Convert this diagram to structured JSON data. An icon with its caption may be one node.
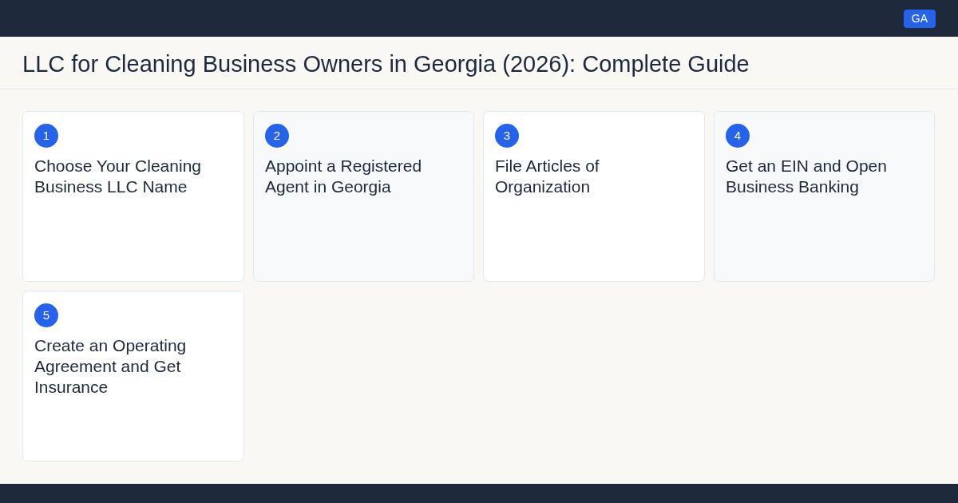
{
  "diagram": {
    "title": "LLC for Cleaning Business Owners in Georgia (2026): Complete Guide",
    "nodes": [
      {
        "text": [
          "1",
          "Choose Your Cleaning Business LLC Name"
        ]
      },
      {
        "text": [
          "2",
          "Appoint a Registered Agent in Georgia"
        ]
      },
      {
        "text": [
          "3",
          "File Articles of Organization"
        ]
      },
      {
        "text": [
          "4",
          "Get an EIN and Open Business Banking"
        ]
      },
      {
        "text": [
          "5",
          "Create an Operating Agreement and Get Insurance"
        ]
      }
    ],
    "labels": [
      "GA"
    ]
  }
}
